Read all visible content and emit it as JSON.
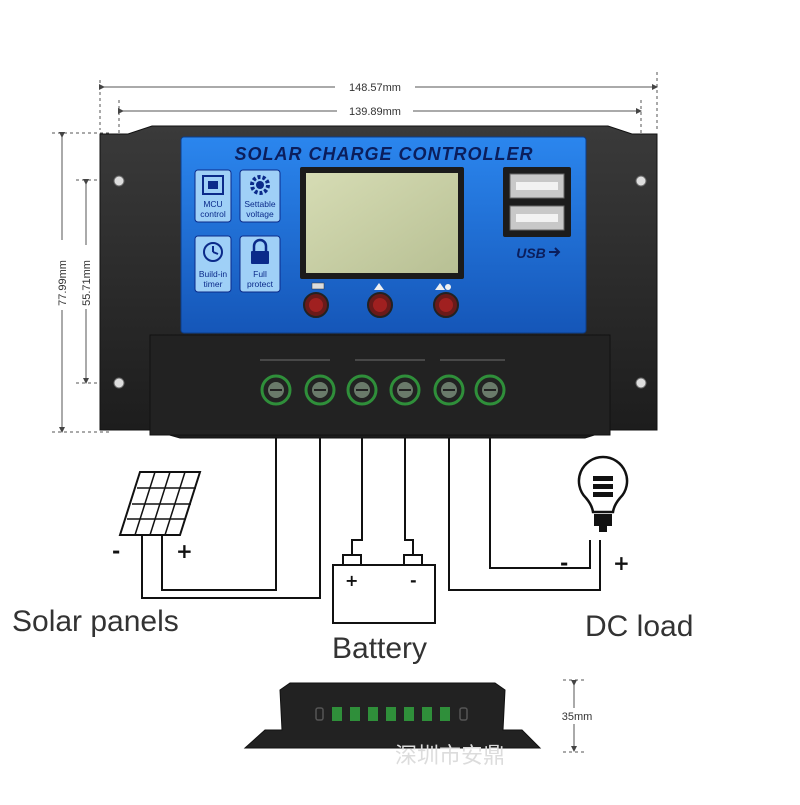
{
  "dimensions": {
    "overall_width": "148.57mm",
    "hole_spacing_width": "139.89mm",
    "overall_height": "77.99mm",
    "hole_spacing_height": "55.71mm",
    "thickness": "35mm"
  },
  "controller": {
    "title": "SOLAR CHARGE CONTROLLER",
    "features": [
      {
        "icon": "chip-icon",
        "label_1": "MCU",
        "label_2": "control"
      },
      {
        "icon": "gear-icon",
        "label_1": "Settable",
        "label_2": "voltage"
      },
      {
        "icon": "clock-icon",
        "label_1": "Build-in",
        "label_2": "timer"
      },
      {
        "icon": "lock-icon",
        "label_1": "Full",
        "label_2": "protect"
      }
    ],
    "usb_label": "USB",
    "button_count": 3,
    "terminal_count": 6
  },
  "components": {
    "solar": {
      "label": "Solar panels",
      "neg": "-",
      "pos": "+"
    },
    "battery": {
      "label": "Battery",
      "pos": "+",
      "neg": "-"
    },
    "load": {
      "label": "DC load",
      "neg": "-",
      "pos": "+"
    }
  },
  "side_view": {
    "watermark": "深圳市安鼎"
  },
  "colors": {
    "panel_blue": "#1e6fd6",
    "housing": "#2a2a2a",
    "terminal_green": "#2f8f3a"
  }
}
